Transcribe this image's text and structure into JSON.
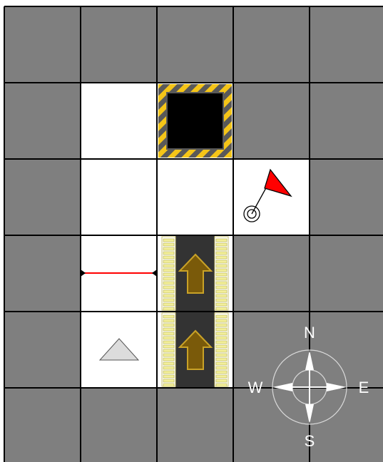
{
  "board": {
    "rows": 6,
    "cols": 5,
    "colors": {
      "wall": "#7f7f7f",
      "floor": "#ffffff",
      "grid_line": "#000000",
      "pit": "#000000",
      "hazard_yellow": "#f5c518",
      "hazard_gray": "#595959",
      "flag": "#ff0000",
      "laser": "#ff0000",
      "conveyor_belt": "#333333",
      "conveyor_rail": "#f3ef9a",
      "conveyor_arrow": "#7a5a0a",
      "conveyor_arrow_outline": "#c9a227",
      "robot": "#dcdcdc"
    },
    "tiles": [
      [
        "wall",
        "wall",
        "wall",
        "wall",
        "wall"
      ],
      [
        "wall",
        "floor",
        "pit",
        "wall",
        "wall"
      ],
      [
        "wall",
        "floor",
        "floor",
        "flag",
        "wall"
      ],
      [
        "wall",
        "laser",
        "conveyor",
        "wall",
        "wall"
      ],
      [
        "wall",
        "robot",
        "conveyor",
        "wall",
        "wall"
      ],
      [
        "wall",
        "wall",
        "wall",
        "wall",
        "wall"
      ]
    ],
    "conveyor_direction": "north",
    "robot_facing": "north",
    "laser_orientation": "horizontal"
  },
  "compass": {
    "north": "N",
    "south": "S",
    "east": "E",
    "west": "W"
  }
}
